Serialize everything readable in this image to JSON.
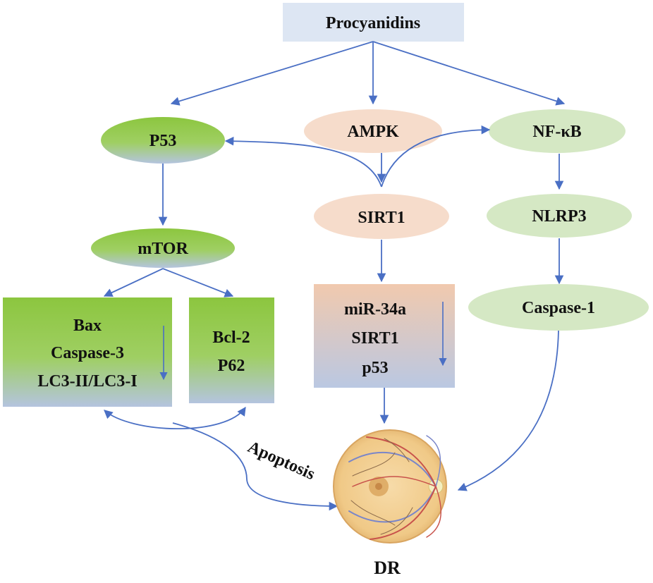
{
  "top_node": "Procyanidins",
  "nodes": {
    "p53": "P53",
    "ampk": "AMPK",
    "nfkb": "NF-κB",
    "sirt1": "SIRT1",
    "nlrp3": "NLRP3",
    "mtor": "mTOR",
    "caspase1": "Caspase-1"
  },
  "boxes": {
    "left": [
      "Bax",
      "Caspase-3",
      "LC3-II/LC3-I"
    ],
    "middle": [
      "Bcl-2",
      "P62"
    ],
    "mirna": [
      "miR-34a",
      "SIRT1",
      "p53"
    ]
  },
  "curve_label": "Apoptosis",
  "outcome": "DR",
  "colors": {
    "arrow": "#4a6fc4",
    "green": "#8cc63f",
    "light_green": "#d5e8c4",
    "peach": "#f6dccb",
    "header_bg": "#dde6f3",
    "blue_gray": "#b4c4df"
  }
}
